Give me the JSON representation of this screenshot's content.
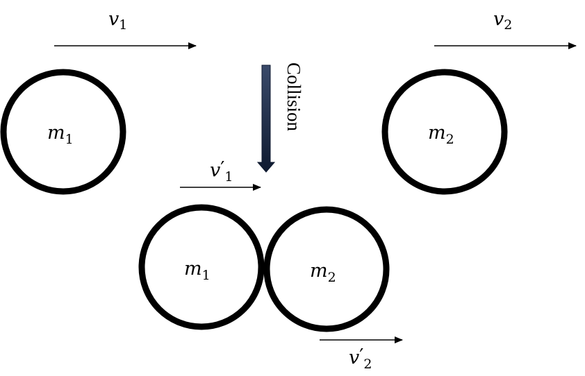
{
  "diagram": {
    "before": {
      "ball_left": {
        "label_main": "m",
        "label_sub": "1"
      },
      "ball_right": {
        "label_main": "m",
        "label_sub": "2"
      },
      "velocity_left": {
        "label_main": "v",
        "label_sub": "1"
      },
      "velocity_right": {
        "label_main": "v",
        "label_sub": "2"
      }
    },
    "transition": {
      "label": "Collision"
    },
    "after": {
      "ball_left": {
        "label_main": "m",
        "label_sub": "1"
      },
      "ball_right": {
        "label_main": "m",
        "label_sub": "2"
      },
      "velocity_left": {
        "label_main": "v",
        "label_prime": "′",
        "label_sub": "1"
      },
      "velocity_right": {
        "label_main": "v",
        "label_prime": "′",
        "label_sub": "2"
      }
    }
  },
  "colors": {
    "outline": "#000000",
    "collision_arrow_top": "#3a4a6a",
    "collision_arrow_bottom": "#0f1a30"
  }
}
